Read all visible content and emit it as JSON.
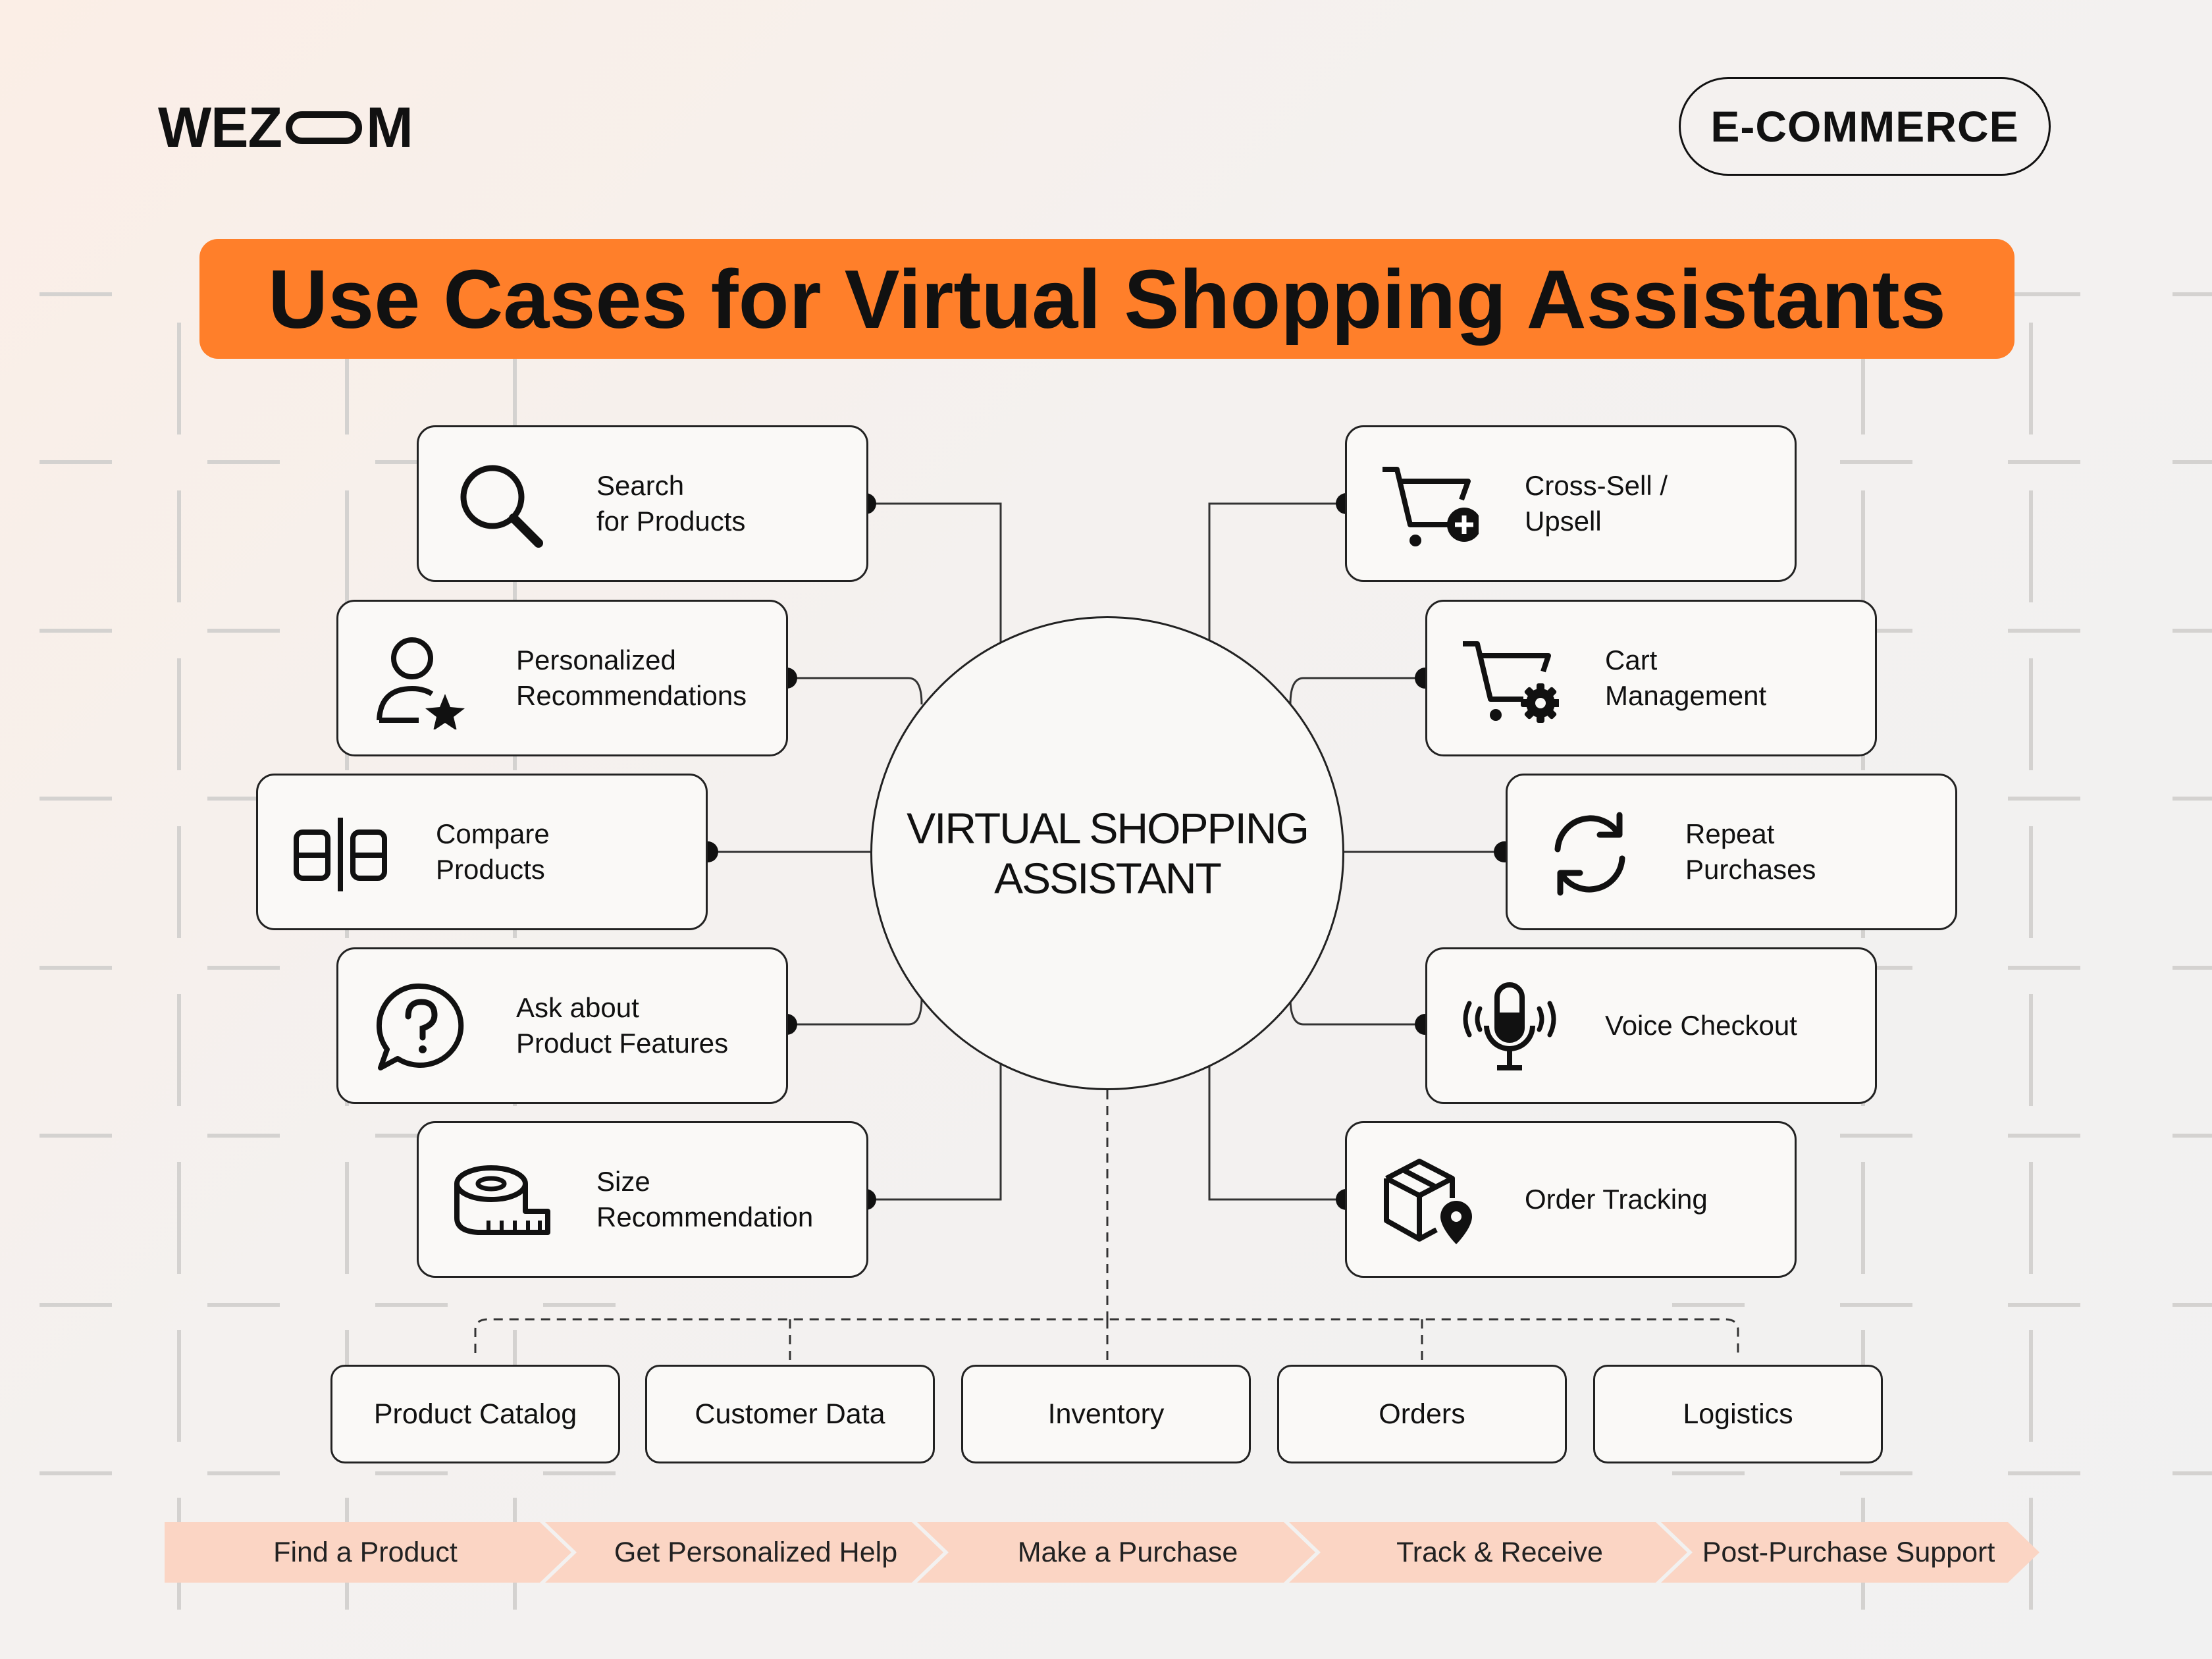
{
  "brand": {
    "logo_left": "WEZ",
    "logo_right": "M",
    "tag": "E-COMMERCE"
  },
  "title": "Use Cases for Virtual Shopping Assistants",
  "hub": "VIRTUAL SHOPPING\nASSISTANT",
  "left_cases": [
    {
      "label": "Search\nfor Products",
      "icon": "search-icon"
    },
    {
      "label": "Personalized\nRecommendations",
      "icon": "user-star-icon"
    },
    {
      "label": "Compare\nProducts",
      "icon": "compare-icon"
    },
    {
      "label": "Ask about\nProduct Features",
      "icon": "question-bubble-icon"
    },
    {
      "label": "Size\nRecommendation",
      "icon": "measuring-tape-icon"
    }
  ],
  "right_cases": [
    {
      "label": "Cross-Sell /\nUpsell",
      "icon": "cart-plus-icon"
    },
    {
      "label": "Cart\nManagement",
      "icon": "cart-gear-icon"
    },
    {
      "label": "Repeat\nPurchases",
      "icon": "refresh-icon"
    },
    {
      "label": "Voice Checkout",
      "icon": "microphone-icon"
    },
    {
      "label": "Order Tracking",
      "icon": "package-location-icon"
    }
  ],
  "data_sources": [
    "Product Catalog",
    "Customer Data",
    "Inventory",
    "Orders",
    "Logistics"
  ],
  "journey": [
    "Find a Product",
    "Get Personalized Help",
    "Make a Purchase",
    "Track & Receive",
    "Post-Purchase Support"
  ],
  "colors": {
    "accent": "#ff7f2a",
    "journey": "#fbd5c4",
    "ink": "#111111"
  }
}
